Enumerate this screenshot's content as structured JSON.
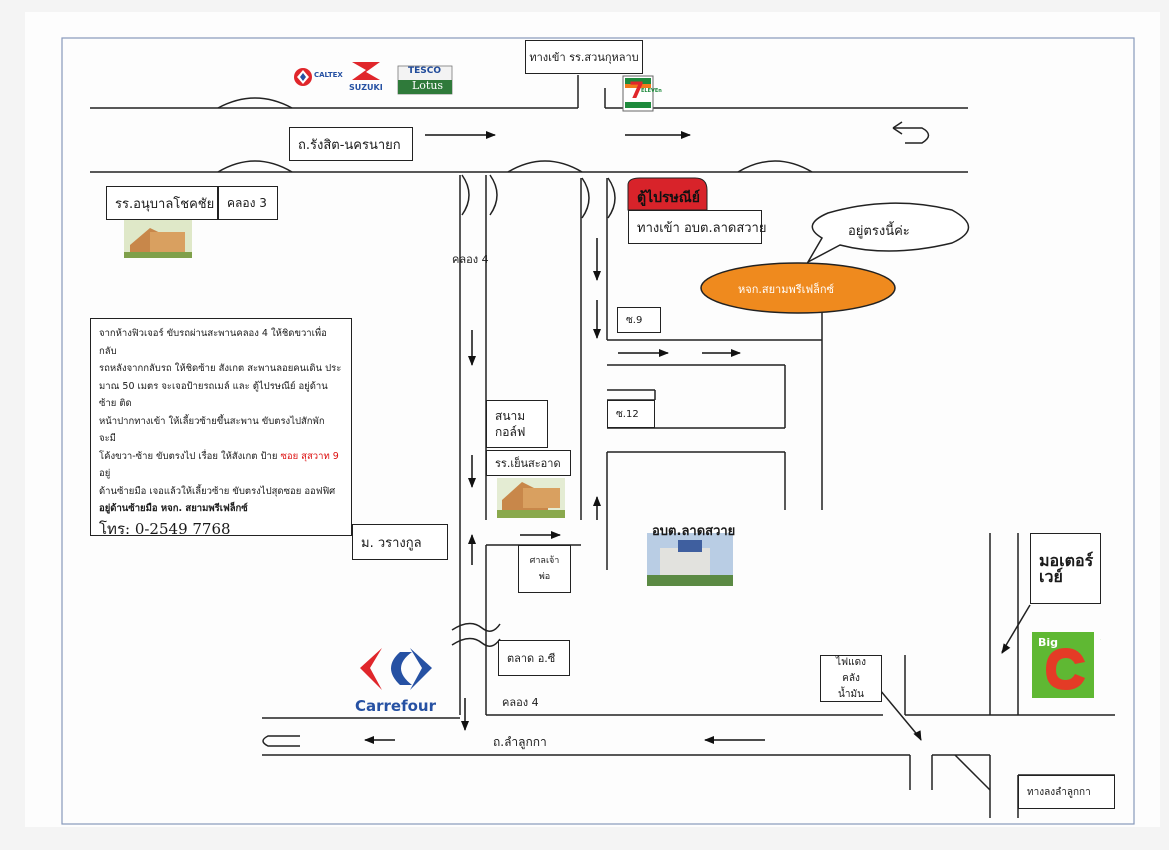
{
  "labels": {
    "entrance_school": "ทางเข้า รร.สวนกุหลาบ",
    "road_rangsit": "ถ.รังสิต-นครนายก",
    "school_anuban": "รร.อนุบาลโชคชัย",
    "khlong3": "คลอง 3",
    "post_box": "ตู้ไปรษณีย์",
    "entrance_obt": "ทางเข้า อบต.ลาดสวาย",
    "we_are_here": "อยู่ตรงนี้ค่ะ",
    "company": "หจก.สยามพรีเฟล็กซ์",
    "khlong4_top": "คลอง 4",
    "soi9": "ซ.9",
    "soi12": "ซ.12",
    "golf": "สนาม\nกอล์ฟ",
    "school_clean": "รร.เย็นสะอาด",
    "obt": "อบต.ลาดสวาย",
    "village": "ม. วรางกูล",
    "shrine": "ศาลเจ้า\nพ่อ",
    "market": "ตลาด อ.ซี",
    "khlong4_bottom": "คลอง 4",
    "motorway": "มอเตอร์\nเวย์",
    "traffic_light": "ไฟแดงคลัง\nน้ำมัน",
    "road_lamlukka": "ถ.ลำลูกกา",
    "to_lamlukka": "ทางลงลำลูกกา"
  },
  "logos": {
    "caltex": "CALTEX",
    "suzuki": "SUZUKI",
    "tesco": "TESCO",
    "lotus": "Lotus",
    "seven": "7",
    "eleven": "ELEVEn",
    "carrefour": "Carrefour",
    "bigc_big": "Big",
    "bigc_c": "C"
  },
  "directions": {
    "line1": "จากห้างฟิวเจอร์ ขับรถผ่านสะพานคลอง 4 ให้ชิดขวาเพื่อกลับ",
    "line2": "รถหลังจากกลับรถ ให้ชิดซ้าย สังเกต สะพานลอยคนเดิน ประ",
    "line3": "มาณ 50 เมตร จะเจอป้ายรถเมล์ และ ตู้ไปรษณีย์ อยู่ด้านซ้าย ติด",
    "line4": "หน้าปากทางเข้า ให้เลี้ยวซ้ายขึ้นสะพาน ขับตรงไปสักพัก จะมี",
    "line5a": "โค้งขวา-ซ้าย ขับตรงไป เรื่อย ให้สังเกต ป้าย ",
    "line5_red": "ซอย สุสวาท 9",
    "line5b": " อยู่",
    "line6": "ด้านซ้ายมือ เจอแล้วให้เลี้ยวซ้าย ขับตรงไปสุดซอย ออฟฟิศ",
    "line7": "อยู่ด้านซ้ายมือ หจก. สยามพรีเฟล็กซ์",
    "phone": "โทร: 0-2549 7768"
  },
  "colors": {
    "company_fill": "#ef8a1e",
    "post_box": "#d8232a",
    "note_highlight": "#dd1111",
    "carrefour_blue": "#2651a3",
    "carrefour_red": "#e0262b",
    "bigc_green": "#5fb833",
    "bigc_red": "#e43b26",
    "seven_green": "#1e8a3c",
    "seven_orange": "#f07a1b"
  }
}
